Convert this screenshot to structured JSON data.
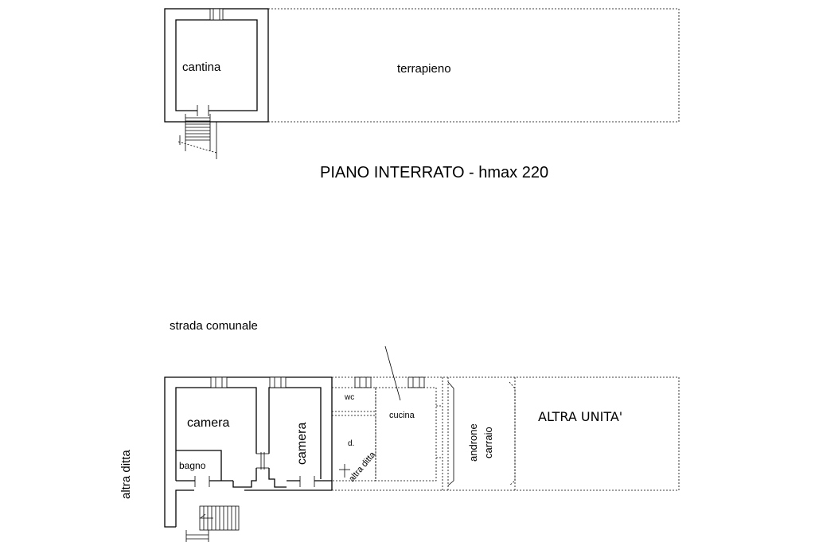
{
  "basement": {
    "room_cellar": "cantina",
    "room_embankment": "terrapieno",
    "floor_title": "PIANO INTERRATO - hmax 220"
  },
  "ground": {
    "street": "strada comunale",
    "side_neighbor": "altra ditta",
    "room_bedroom_1": "camera",
    "room_bathroom": "bagno",
    "room_bedroom_2": "camera",
    "room_wc": "wc",
    "room_storage": "d.",
    "diagonal_neighbor": "altra ditta",
    "room_kitchen": "cucina",
    "passage_line1": "androne",
    "passage_line2": "carraio",
    "other_unit": "ALTRA UNITA'"
  }
}
